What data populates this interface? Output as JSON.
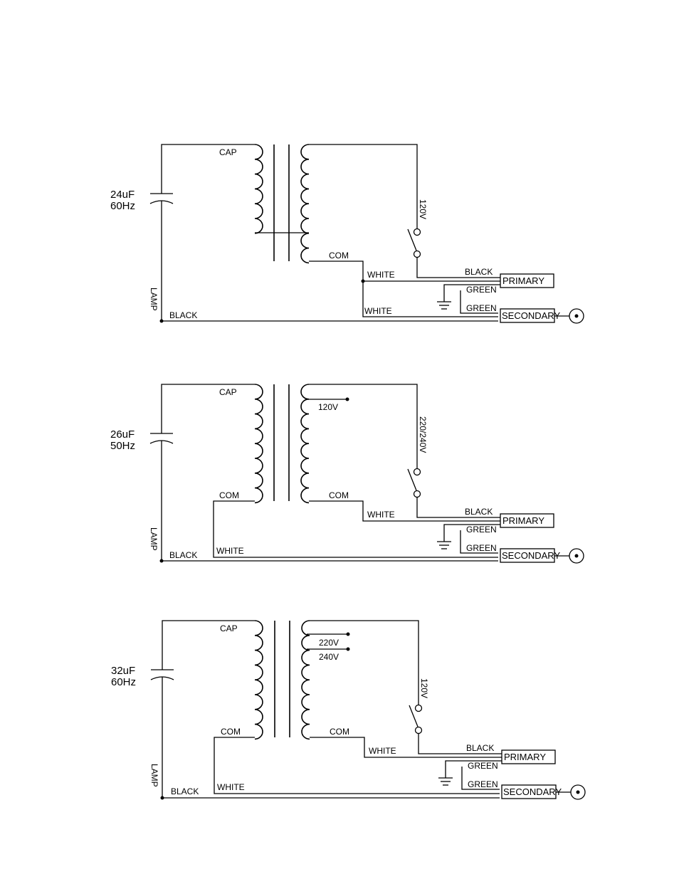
{
  "diagrams": [
    {
      "capacitor": {
        "value": "24uF",
        "frequency": "60Hz"
      },
      "labels": {
        "cap": "CAP",
        "lamp": "LAMP",
        "black_left": "BLACK",
        "com_right": "COM",
        "white_top": "WHITE",
        "white_bottom": "WHITE",
        "black_right": "BLACK",
        "green_top": "GREEN",
        "green_bottom": "GREEN",
        "primary": "PRIMARY",
        "secondary": "SECONDARY",
        "switch_voltage": "120V"
      }
    },
    {
      "capacitor": {
        "value": "26uF",
        "frequency": "50Hz"
      },
      "labels": {
        "cap": "CAP",
        "lamp": "LAMP",
        "black_left": "BLACK",
        "white_left": "WHITE",
        "com_left": "COM",
        "com_right": "COM",
        "white_top": "WHITE",
        "black_right": "BLACK",
        "green_top": "GREEN",
        "green_bottom": "GREEN",
        "primary": "PRIMARY",
        "secondary": "SECONDARY",
        "tap_1": "120V",
        "switch_voltage": "220/240V"
      }
    },
    {
      "capacitor": {
        "value": "32uF",
        "frequency": "60Hz"
      },
      "labels": {
        "cap": "CAP",
        "lamp": "LAMP",
        "black_left": "BLACK",
        "white_left": "WHITE",
        "com_left": "COM",
        "com_right": "COM",
        "white_top": "WHITE",
        "black_right": "BLACK",
        "green_top": "GREEN",
        "green_bottom": "GREEN",
        "primary": "PRIMARY",
        "secondary": "SECONDARY",
        "tap_1": "220V",
        "tap_2": "240V",
        "switch_voltage": "120V"
      }
    }
  ]
}
